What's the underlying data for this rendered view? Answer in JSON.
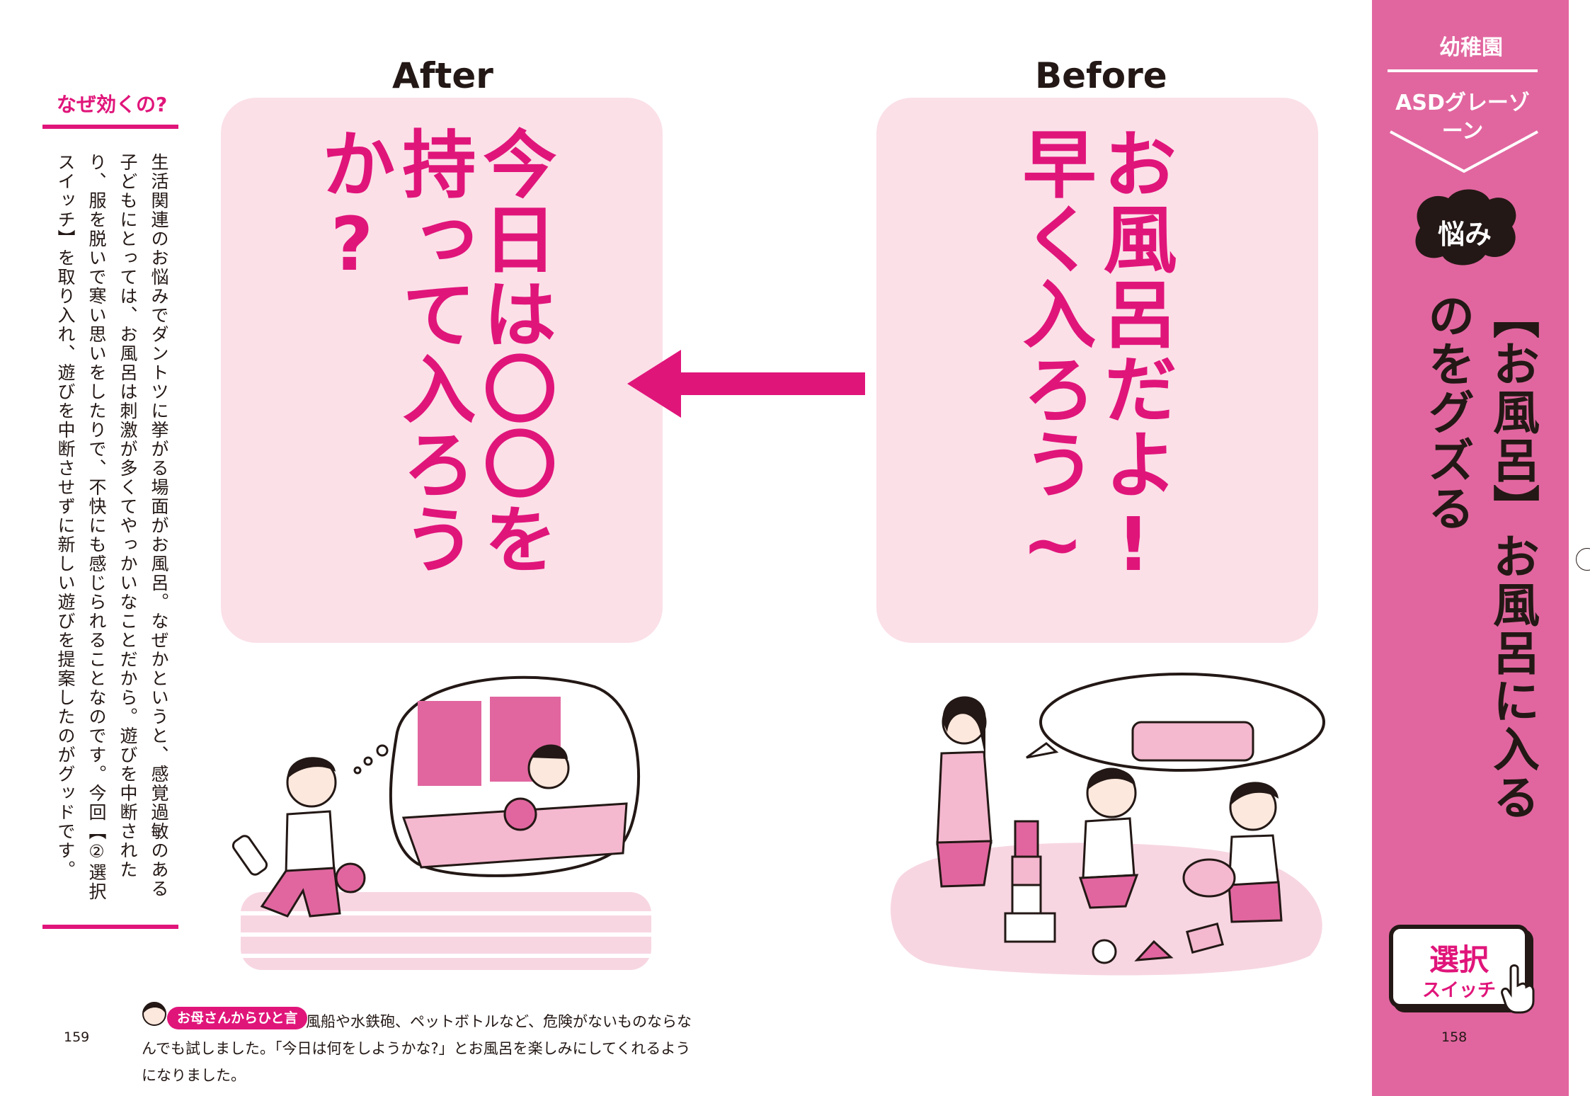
{
  "left_page": {
    "page_number": "159",
    "why_heading": "なぜ効くの?",
    "body": "生活関連のお悩みでダントツに挙がる場面がお風呂。なぜかというと、感覚過敏のある子どもにとっては、お風呂は刺激が多くてやっかいなことだから。遊びを中断されたり、服を脱いで寒い思いをしたりで、不快にも感じられることなのです。今回【②選択スイッチ】を取り入れ、遊びを中断させずに新しい遊びを提案したのがグッドです。",
    "after_label": "After",
    "after_speech": "今日は〇〇を持って入ろうか?",
    "mom_badge": "お母さんからひと言",
    "mom_comment": "風船や水鉄砲、ペットボトルなど、危険がないものならなんでも試しました。「今日は何をしようかな?」とお風呂を楽しみにしてくれるようになりました。"
  },
  "right_page": {
    "page_number": "158",
    "before_label": "Before",
    "before_speech": "お風呂だよ!早く入ろう~",
    "band": {
      "category": "幼稚園",
      "subcategory": "ASDグレーゾーン",
      "worry_label": "悩み",
      "topic": "【お風呂】お風呂に入るのをグズる",
      "switch_main": "選択",
      "switch_sub": "スイッチ"
    }
  },
  "colors": {
    "accent": "#e0157a",
    "band": "#e1669f",
    "panel": "#fbe0e8",
    "ink": "#231815"
  },
  "icons": [
    "arrow-left-icon",
    "hand-pointer-icon",
    "mother-face-icon",
    "chevron-icon"
  ]
}
